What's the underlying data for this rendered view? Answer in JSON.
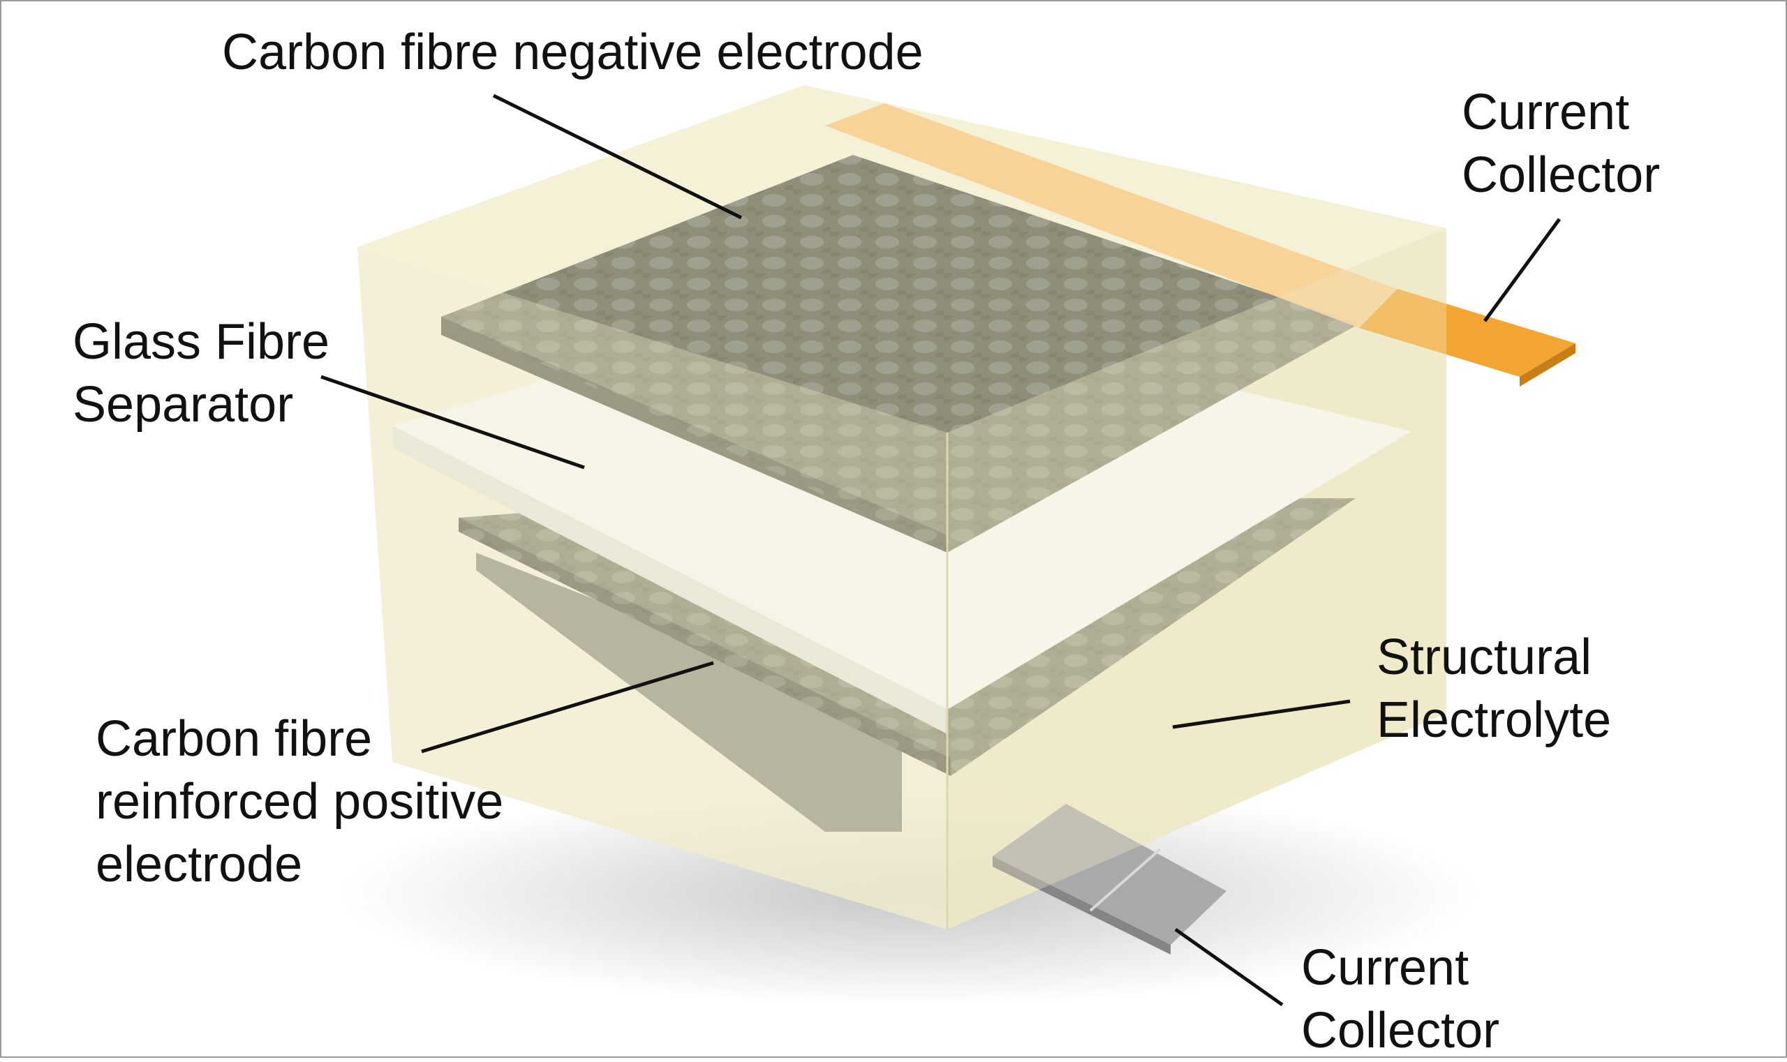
{
  "labels": {
    "negative_electrode": "Carbon fibre negative electrode",
    "current_collector_top": [
      "Current",
      "Collector"
    ],
    "separator": [
      "Glass Fibre",
      "Separator"
    ],
    "electrolyte": [
      "Structural",
      "Electrolyte"
    ],
    "positive_electrode": [
      "Carbon fibre",
      "reinforced positive",
      "electrode"
    ],
    "current_collector_bottom": [
      "Current",
      "Collector"
    ]
  },
  "colors": {
    "electrolyte_block": "#f3eed0",
    "carbon_layer": "#8e8e7a",
    "carbon_layer_dark": "#77776a",
    "separator": "#fbfbf8",
    "collector_copper": "#f2a531",
    "collector_copper_light": "#f8cf91",
    "collector_aluminium": "#a9a9a9",
    "leader_line": "#111111"
  }
}
